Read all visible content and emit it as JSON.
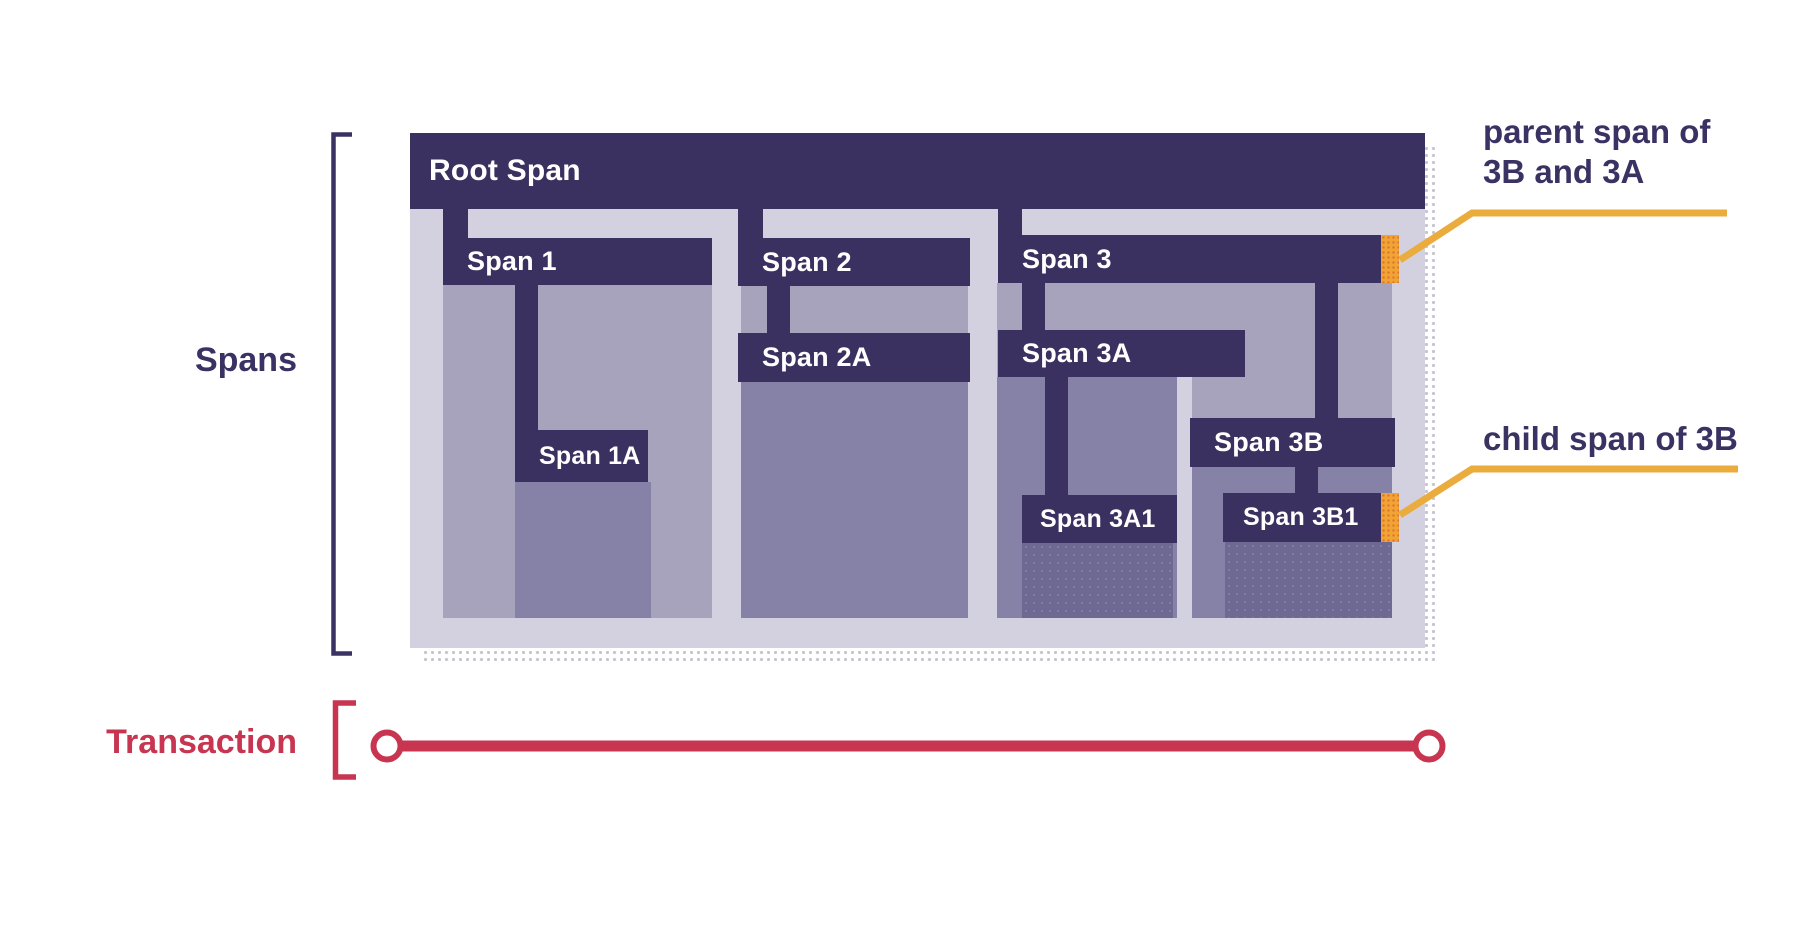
{
  "diagram": {
    "side_labels": {
      "spans": "Spans",
      "transaction": "Transaction"
    },
    "bars": {
      "root": "Root Span",
      "span1": "Span 1",
      "span1a": "Span 1A",
      "span2": "Span 2",
      "span2a": "Span 2A",
      "span3": "Span 3",
      "span3a": "Span 3A",
      "span3b": "Span 3B",
      "span3a1": "Span 3A1",
      "span3b1": "Span 3B1"
    },
    "annotations": {
      "parent_line1": "parent span of",
      "parent_line2": "3B and 3A",
      "child": "child span of 3B"
    },
    "colors": {
      "span_bar": "#3a3160",
      "container_bg": "#d3d1df",
      "depth1_bg": "#a7a3bc",
      "depth2_bg": "#8581a7",
      "depth3_bg": "#6d6993",
      "highlight_orange": "#f2a433",
      "annotation_line_yellow": "#ebac3e",
      "annotation_text": "#3a3263",
      "transaction_red": "#c73551"
    }
  }
}
